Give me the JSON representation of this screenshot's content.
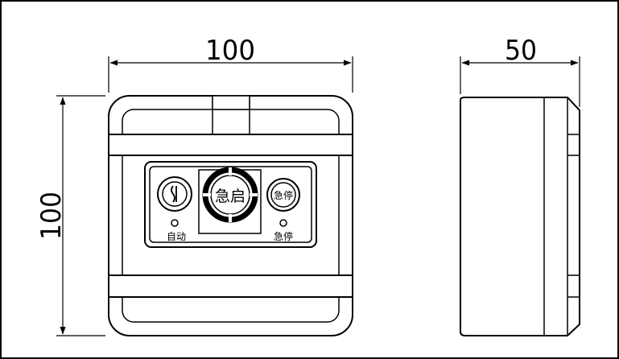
{
  "front_view": {
    "dim_width": "100",
    "dim_height": "100",
    "panel": {
      "key_switch_label": "自动",
      "emergency_start_label": "急启",
      "emergency_stop_button_label": "急停",
      "emergency_stop_label": "急停"
    }
  },
  "side_view": {
    "dim_depth": "50"
  },
  "colors": {
    "line": "#000000",
    "background": "#ffffff"
  }
}
